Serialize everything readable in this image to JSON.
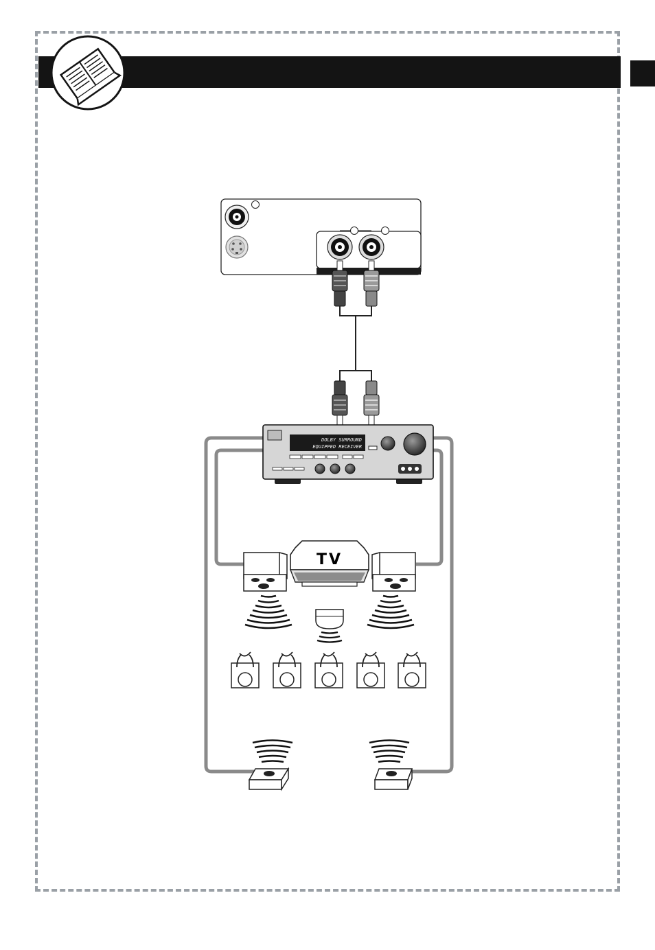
{
  "header": {
    "icon": "book-icon"
  },
  "receiver": {
    "display_line_1": "DOLBY SURROUND",
    "display_line_2": "EQUIPPED RECEIVER"
  },
  "tv": {
    "label": "TV"
  },
  "colors": {
    "frame_dashes": "#9aa0a6",
    "header_bar": "#141414",
    "speaker_wire": "#8a8a8a",
    "receiver_body": "#d6d6d6"
  }
}
